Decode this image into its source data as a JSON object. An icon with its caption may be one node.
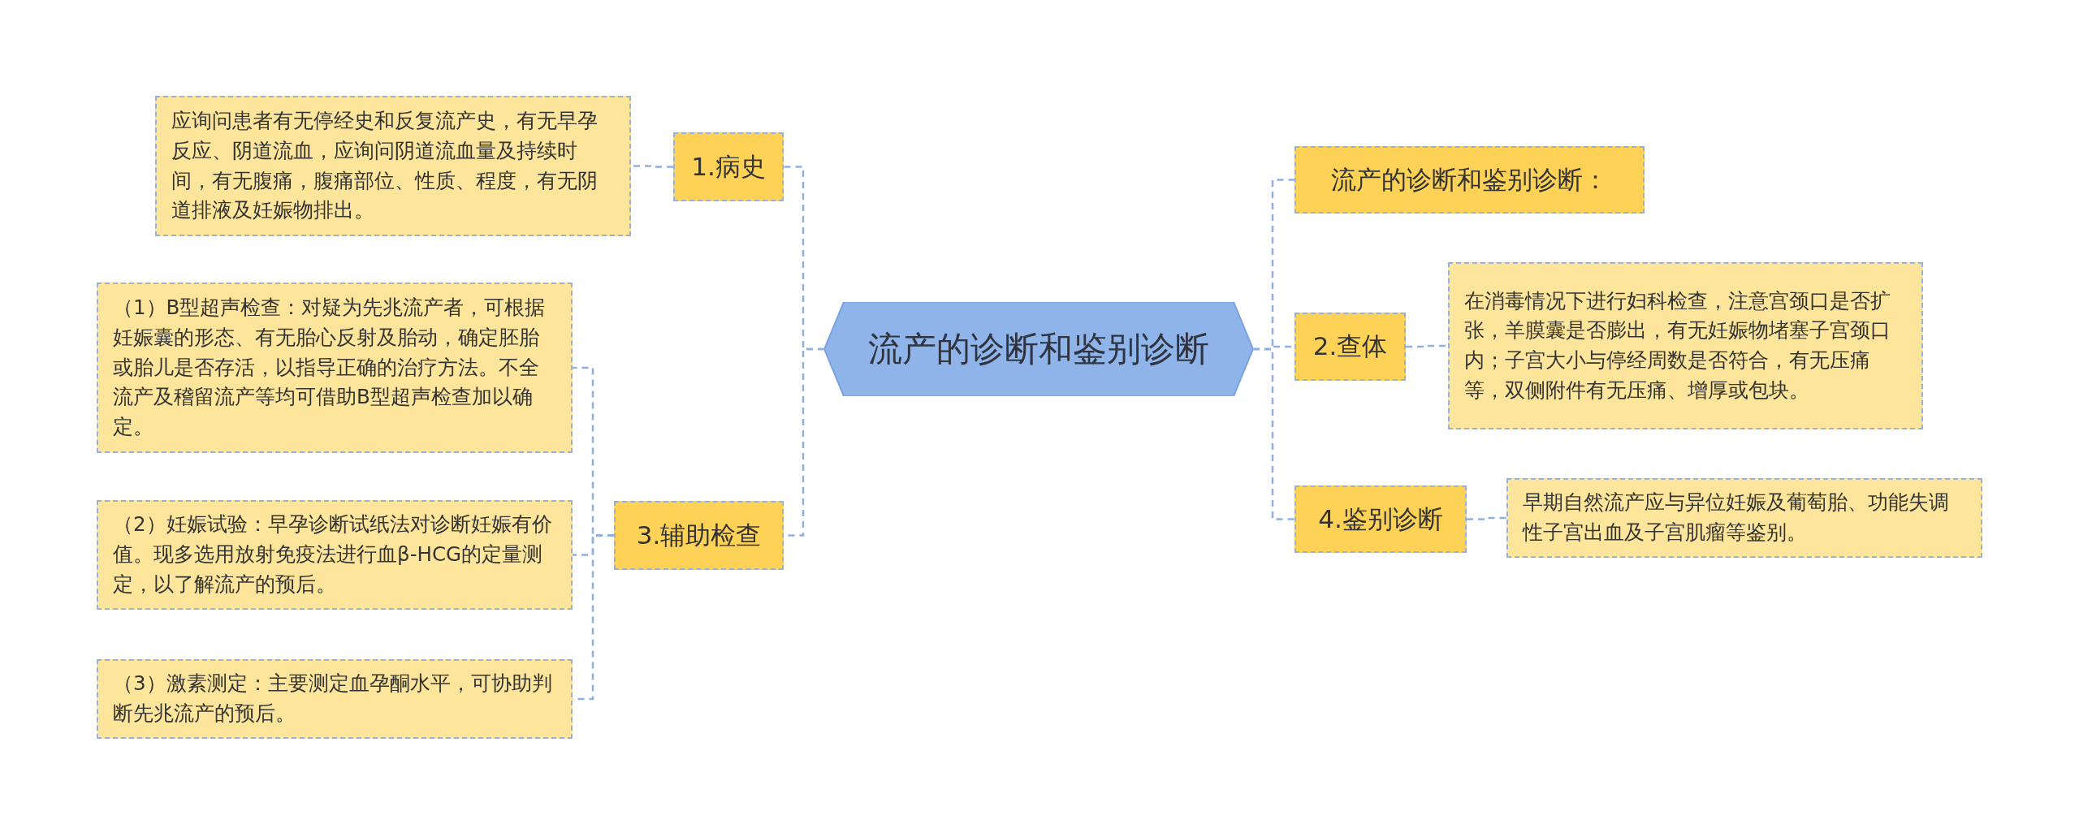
{
  "diagram": {
    "nodes": [
      {
        "text": [
          "流产的诊断和鉴别诊断"
        ]
      },
      {
        "text": [
          "1.病史"
        ]
      },
      {
        "text": [
          "应询问患者有无停经史和反复流产史，有无早孕反应、阴道流血，应询问阴道流血量及持续时间，有无腹痛，腹痛部位、性质、程度，有无阴道排液及妊娠物排出。"
        ]
      },
      {
        "text": [
          "3.辅助检查"
        ]
      },
      {
        "text": [
          "（1）B型超声检查：对疑为先兆流产者，可根据妊娠囊的形态、有无胎心反射及胎动，确定胚胎或胎儿是否存活，以指导正确的治疗方法。不全流产及稽留流产等均可借助B型超声检查加以确定。"
        ]
      },
      {
        "text": [
          "（2）妊娠试验：早孕诊断试纸法对诊断妊娠有价值。现多选用放射免疫法进行血β-HCG的定量测定，以了解流产的预后。"
        ]
      },
      {
        "text": [
          "（3）激素测定：主要测定血孕酮水平，可协助判断先兆流产的预后。"
        ]
      },
      {
        "text": [
          "流产的诊断和鉴别诊断："
        ]
      },
      {
        "text": [
          "2.查体"
        ]
      },
      {
        "text": [
          "在消毒情况下进行妇科检查，注意宫颈口是否扩张，羊膜囊是否膨出，有无妊娠物堵塞子宫颈口内；子宫大小与停经周数是否符合，有无压痛等，双侧附件有无压痛、增厚或包块。"
        ]
      },
      {
        "text": [
          "4.鉴别诊断"
        ]
      },
      {
        "text": [
          "早期自然流产应与异位妊娠及葡萄胎、功能失调性子宫出血及子宫肌瘤等鉴别。"
        ]
      }
    ],
    "edges": [
      {
        "from": 0,
        "to": 1,
        "arrow": "none",
        "style": "dashed"
      },
      {
        "from": 1,
        "to": 2,
        "arrow": "none",
        "style": "dashed"
      },
      {
        "from": 0,
        "to": 3,
        "arrow": "none",
        "style": "dashed"
      },
      {
        "from": 3,
        "to": 4,
        "arrow": "none",
        "style": "dashed"
      },
      {
        "from": 3,
        "to": 5,
        "arrow": "none",
        "style": "dashed"
      },
      {
        "from": 3,
        "to": 6,
        "arrow": "none",
        "style": "dashed"
      },
      {
        "from": 0,
        "to": 7,
        "arrow": "none",
        "style": "dashed"
      },
      {
        "from": 0,
        "to": 8,
        "arrow": "none",
        "style": "dashed"
      },
      {
        "from": 8,
        "to": 9,
        "arrow": "none",
        "style": "dashed"
      },
      {
        "from": 0,
        "to": 10,
        "arrow": "none",
        "style": "dashed"
      },
      {
        "from": 10,
        "to": 11,
        "arrow": "none",
        "style": "dashed"
      }
    ]
  }
}
